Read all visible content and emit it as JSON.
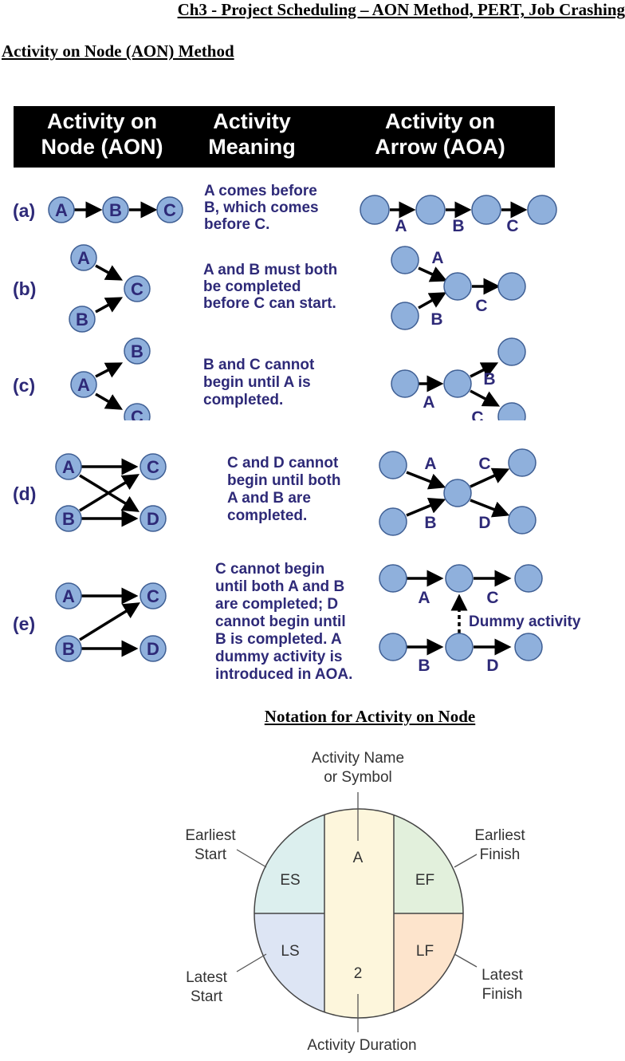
{
  "document": {
    "title": "Ch3 - Project Scheduling – AON Method, PERT, Job Crashing",
    "section_title": "Activity on Node (AON) Method",
    "notation_title": "Notation for Activity on Node"
  },
  "table": {
    "headers": [
      [
        "Activity on",
        "Node (AON)"
      ],
      [
        "Activity",
        "Meaning"
      ],
      [
        "Activity on",
        "Arrow (AOA)"
      ]
    ],
    "rows": [
      {
        "label": "(a)",
        "aon_nodes": [
          "A",
          "B",
          "C"
        ],
        "meaning": [
          "A comes before",
          "B, which comes",
          "before C."
        ],
        "aoa_labels": [
          "A",
          "B",
          "C"
        ]
      },
      {
        "label": "(b)",
        "aon_nodes": [
          "A",
          "B",
          "C"
        ],
        "meaning": [
          "A and B must both",
          "be completed",
          "before C can start."
        ],
        "aoa_labels": [
          "A",
          "B",
          "C"
        ]
      },
      {
        "label": "(c)",
        "aon_nodes": [
          "A",
          "B",
          "C"
        ],
        "meaning": [
          "B and C cannot",
          "begin until A is",
          "completed."
        ],
        "aoa_labels": [
          "A",
          "B",
          "C"
        ]
      },
      {
        "label": "(d)",
        "aon_nodes": [
          "A",
          "B",
          "C",
          "D"
        ],
        "meaning": [
          "C and D cannot",
          "begin until both",
          "A and B are",
          "completed."
        ],
        "aoa_labels": [
          "A",
          "B",
          "C",
          "D"
        ]
      },
      {
        "label": "(e)",
        "aon_nodes": [
          "A",
          "B",
          "C",
          "D"
        ],
        "meaning": [
          "C cannot begin",
          "until both A and B",
          "are completed; D",
          "cannot begin until",
          "B is completed. A",
          "dummy activity is",
          "introduced in AOA."
        ],
        "aoa_labels": [
          "A",
          "B",
          "C",
          "D"
        ],
        "dummy_label": "Dummy activity"
      }
    ]
  },
  "notation": {
    "top_label": [
      "Activity Name",
      "or Symbol"
    ],
    "bottom_label": "Activity Duration",
    "earliest_start": [
      "Earliest",
      "Start"
    ],
    "earliest_finish": [
      "Earliest",
      "Finish"
    ],
    "latest_start": [
      "Latest",
      "Start"
    ],
    "latest_finish": [
      "Latest",
      "Finish"
    ],
    "es": "ES",
    "ef": "EF",
    "ls": "LS",
    "lf": "LF",
    "name": "A",
    "duration": "2"
  },
  "colors": {
    "node_fill": "#8fb0dc",
    "node_stroke": "#3f5f94",
    "text_navy": "#2e2a78",
    "header_bg": "#000000",
    "es_fill": "#dcefee",
    "ef_fill": "#e2f0dc",
    "ls_fill": "#dde5f4",
    "lf_fill": "#fde4cc",
    "mid_fill": "#fdf6dc"
  }
}
